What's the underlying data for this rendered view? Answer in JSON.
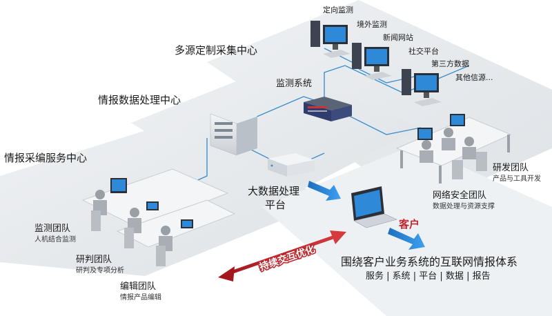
{
  "centers": {
    "collection": "多源定制采集中心",
    "processing": "情报数据处理中心",
    "service": "情报采编服务中心"
  },
  "sources": [
    "定向监测",
    "境外监测",
    "新闻网站",
    "社交平台",
    "第三方数据",
    "其他信源..."
  ],
  "monitoring_system": "监测系统",
  "bigdata": {
    "line1": "大数据处理",
    "line2": "平台"
  },
  "teams": {
    "rnd": {
      "name": "研发团队",
      "desc": "产品与工具开发"
    },
    "security": {
      "name": "网络安全团队",
      "desc": "数据处理与资源支撑"
    },
    "monitor": {
      "name": "监测团队",
      "desc": "人机结合监测"
    },
    "analysis": {
      "name": "研判团队",
      "desc": "研判及专项分析"
    },
    "editing": {
      "name": "编辑团队",
      "desc": "情报产品编辑"
    }
  },
  "customer": "客户",
  "loop_label": "持续交互优化",
  "system_title": "围绕客户业务系统的互联网情报体系",
  "system_items": "服务 | 系统 | 平台 | 数据 | 报告",
  "colors": {
    "accent_blue": "#2f86d6",
    "accent_red": "#c0272d",
    "floor": "#e9ecef",
    "line": "#3a8fd0"
  }
}
